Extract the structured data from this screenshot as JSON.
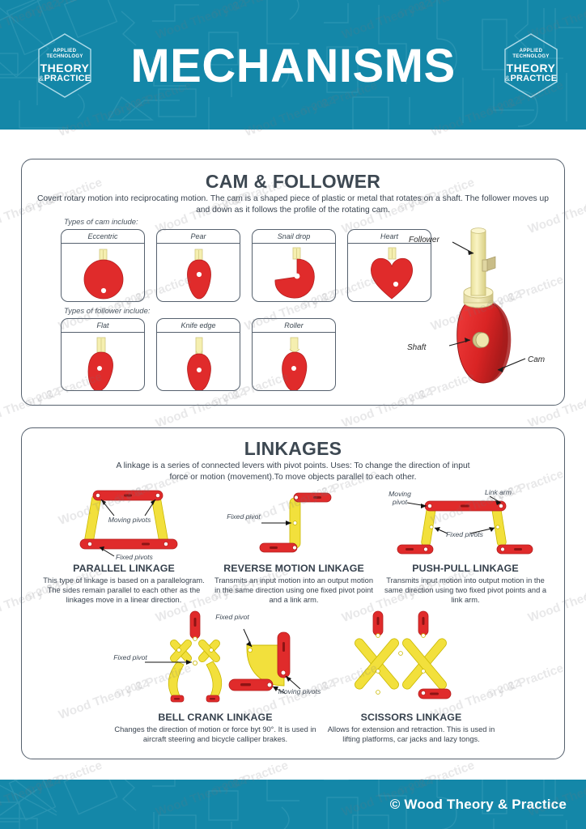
{
  "colors": {
    "teal": "#1487a8",
    "red": "#e02b2b",
    "yellow": "#f2e03c",
    "cream": "#f5efb0",
    "outline": "#56616e",
    "text": "#3a4450"
  },
  "header": {
    "title": "MECHANISMS",
    "logo": {
      "applied": "APPLIED",
      "technology": "TECHNOLOGY",
      "theory": "THEORY",
      "amp": "&",
      "practice": "PRACTICE"
    }
  },
  "footer": {
    "credit": "© Wood Theory & Practice"
  },
  "watermark": {
    "copyright": "© 2022",
    "brand": "Wood Theory & Practice"
  },
  "cam_section": {
    "title": "CAM & FOLLOWER",
    "description": "Covert rotary motion into reciprocating motion. The cam is a shaped piece of plastic or metal that rotates on a shaft. The follower moves up and down as it follows the profile of the rotating cam.",
    "cam_label": "Types of cam include:",
    "follower_label": "Types of follower include:",
    "cam_types": [
      {
        "name": "Eccentric"
      },
      {
        "name": "Pear"
      },
      {
        "name": "Snail drop"
      },
      {
        "name": "Heart"
      }
    ],
    "follower_types": [
      {
        "name": "Flat"
      },
      {
        "name": "Knife edge"
      },
      {
        "name": "Roller"
      }
    ],
    "diagram_labels": {
      "follower": "Follower",
      "shaft": "Shaft",
      "cam": "Cam"
    }
  },
  "linkage_section": {
    "title": "LINKAGES",
    "description": "A linkage is a series of connected levers with pivot points. Uses: To change the direction of input force or motion (movement).To move objects parallel to each other.",
    "items": [
      {
        "id": "parallel",
        "title": "PARALLEL LINKAGE",
        "description": "This type of linkage is based on a parallelogram. The sides remain parallel to each other as the linkages move in a linear direction.",
        "annotations": [
          "Moving pivots",
          "Fixed pivots"
        ]
      },
      {
        "id": "reverse-motion",
        "title": "REVERSE MOTION LINKAGE",
        "description": "Transmits an input motion into an output motion in the same direction using one fixed pivot point and a link arm.",
        "annotations": [
          "Fixed pivot"
        ]
      },
      {
        "id": "push-pull",
        "title": "PUSH-PULL LINKAGE",
        "description": "Transmits input motion into output motion in the same direction using two fixed pivot points and a link arm.",
        "annotations": [
          "Moving pivot",
          "Link arm",
          "Fixed pivots"
        ]
      },
      {
        "id": "bell-crank",
        "title": "BELL CRANK LINKAGE",
        "description": "Changes the direction of motion or force byt 90°. It is used in aircraft steering and bicycle calliper brakes.",
        "annotations": [
          "Fixed pivot",
          "Fixed pivot",
          "Moving pivots"
        ]
      },
      {
        "id": "scissors",
        "title": "SCISSORS LINKAGE",
        "description": "Allows for extension and retraction. This is used in lifting platforms, car jacks and lazy tongs.",
        "annotations": []
      }
    ]
  }
}
